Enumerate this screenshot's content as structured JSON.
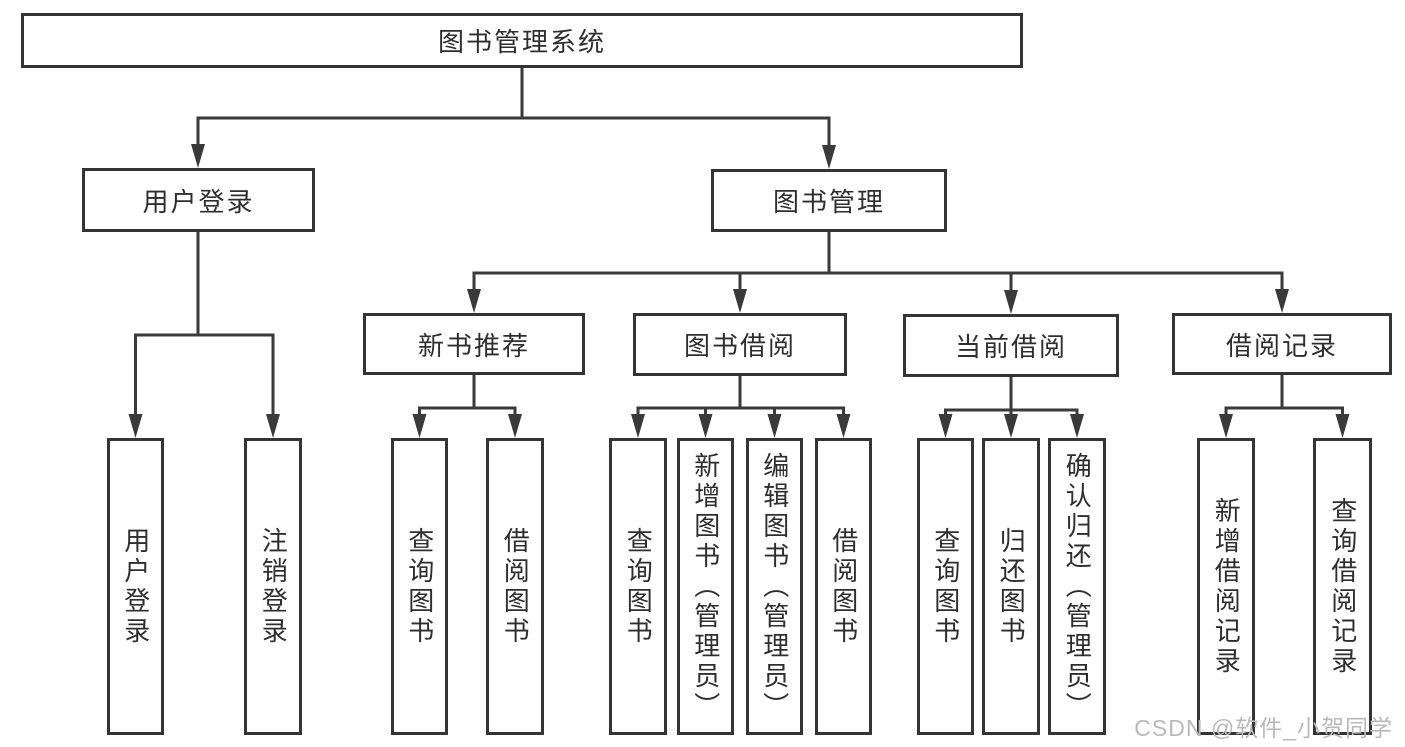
{
  "diagram": {
    "type": "hierarchy-tree",
    "colors": {
      "line": "#3a3a3a",
      "box_border": "#343434",
      "text": "#2e2e2e",
      "background": "#ffffff",
      "watermark": "#b9b9b9"
    },
    "tree": {
      "root": {
        "label": "图书管理系统"
      },
      "branches": [
        {
          "label": "用户登录",
          "children": [
            {
              "label": "用户登录"
            },
            {
              "label": "注销登录"
            }
          ]
        },
        {
          "label": "图书管理",
          "children": [
            {
              "label": "新书推荐",
              "children": [
                {
                  "label": "查询图书"
                },
                {
                  "label": "借阅图书"
                }
              ]
            },
            {
              "label": "图书借阅",
              "children": [
                {
                  "label": "查询图书"
                },
                {
                  "label": "新增图书（管理员）"
                },
                {
                  "label": "编辑图书（管理员）"
                },
                {
                  "label": "借阅图书"
                }
              ]
            },
            {
              "label": "当前借阅",
              "children": [
                {
                  "label": "查询图书"
                },
                {
                  "label": "归还图书"
                },
                {
                  "label": "确认归还（管理员）"
                }
              ]
            },
            {
              "label": "借阅记录",
              "children": [
                {
                  "label": "新增借阅记录"
                },
                {
                  "label": "查询借阅记录"
                }
              ]
            }
          ]
        }
      ]
    }
  },
  "watermark": {
    "text": "CSDN @软件_小贺同学"
  }
}
